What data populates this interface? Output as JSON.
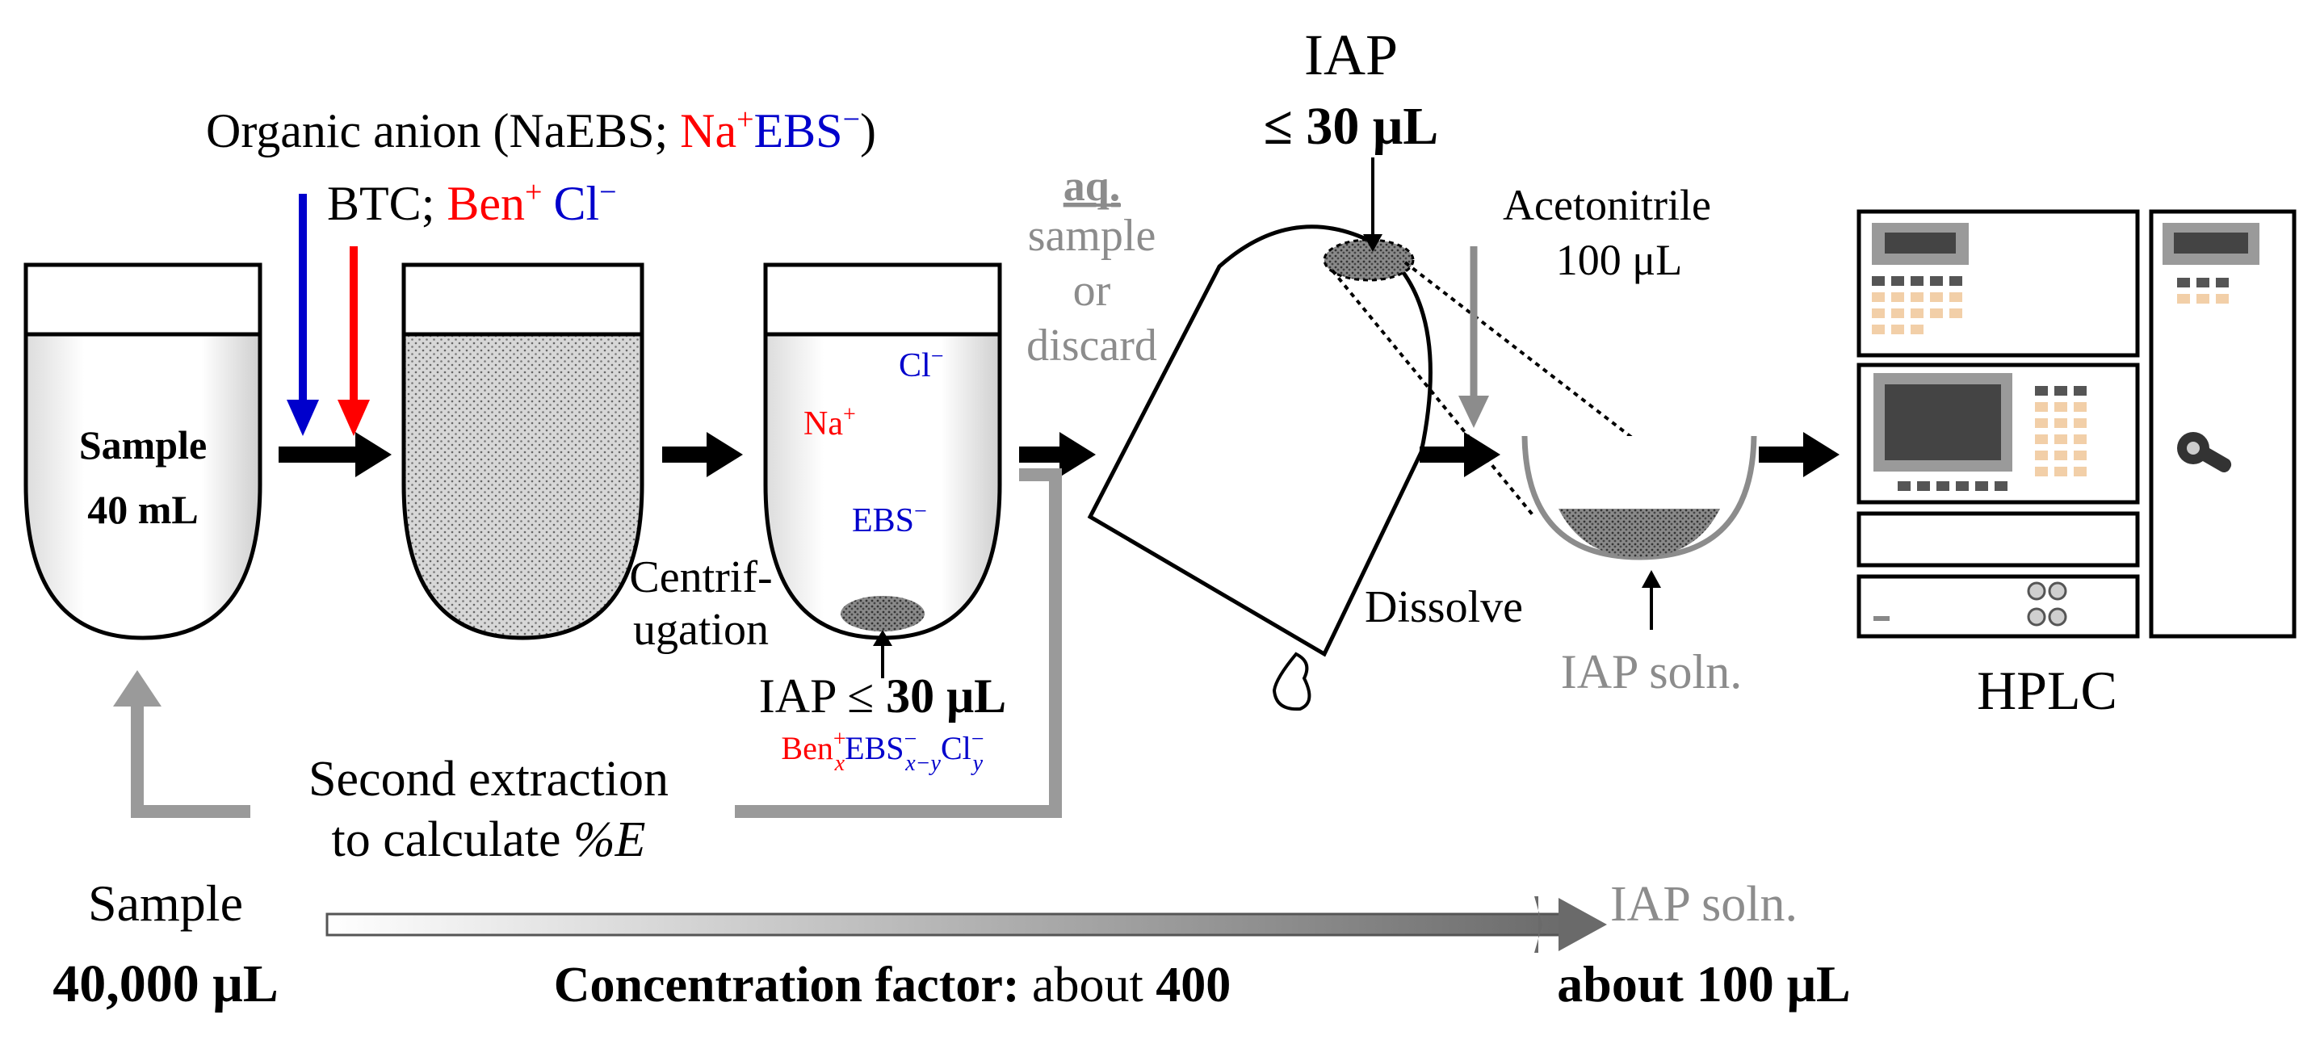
{
  "colors": {
    "red": "#ff0000",
    "blue": "#0000cc",
    "gray": "#8c8c8c",
    "black": "#000000",
    "panel_peach": "#f2cfa8",
    "panel_dark": "#555555"
  },
  "reagents": {
    "organic_anion_prefix": "Organic anion (NaEBS; ",
    "organic_anion_na": "Na",
    "organic_anion_na_sup": "+",
    "organic_anion_ebs": "EBS",
    "organic_anion_ebs_sup": "−",
    "organic_anion_suffix": ")",
    "btc_prefix": "BTC; ",
    "btc_ben": "Ben",
    "btc_ben_sup": "+",
    "btc_cl": "Cl",
    "btc_cl_sup": "−"
  },
  "tube1": {
    "line1": "Sample",
    "line2": "40 mL"
  },
  "tube3": {
    "cl": "Cl",
    "cl_sup": "−",
    "na": "Na",
    "na_sup": "+",
    "ebs": "EBS",
    "ebs_sup": "−"
  },
  "centrifugation": {
    "line1": "Centrif-",
    "line2": "ugation"
  },
  "iap_tube": {
    "label": "IAP ≤ ",
    "volume": "30 μL",
    "formula_ben": "Ben",
    "formula_ben_sup": "+",
    "formula_ben_sub": "x",
    "formula_ebs": "EBS",
    "formula_ebs_sup": "−",
    "formula_ebs_sub": "x−y",
    "formula_cl": "Cl",
    "formula_cl_sup": "−",
    "formula_cl_sub": "y"
  },
  "aqueous": {
    "aq": "aq.",
    "l1": "sample",
    "l2": "or",
    "l3": "discard"
  },
  "iap_top": {
    "title": "IAP",
    "volume": "≤ 30 μL"
  },
  "acetonitrile": {
    "line1": "Acetonitrile",
    "line2": "100 μL"
  },
  "dissolve": "Dissolve",
  "iap_soln": "IAP soln.",
  "hplc": "HPLC",
  "second_extraction": {
    "line1": "Second extraction",
    "line2_prefix": "to calculate ",
    "line2_em": "%E"
  },
  "bottom": {
    "sample_label": "Sample",
    "sample_volume": "40,000 μL",
    "concentration_label": "Concentration factor:",
    "concentration_mid": " about ",
    "concentration_value": "400",
    "iap_soln_label": "IAP soln.",
    "iap_soln_volume": "about 100 μL"
  }
}
